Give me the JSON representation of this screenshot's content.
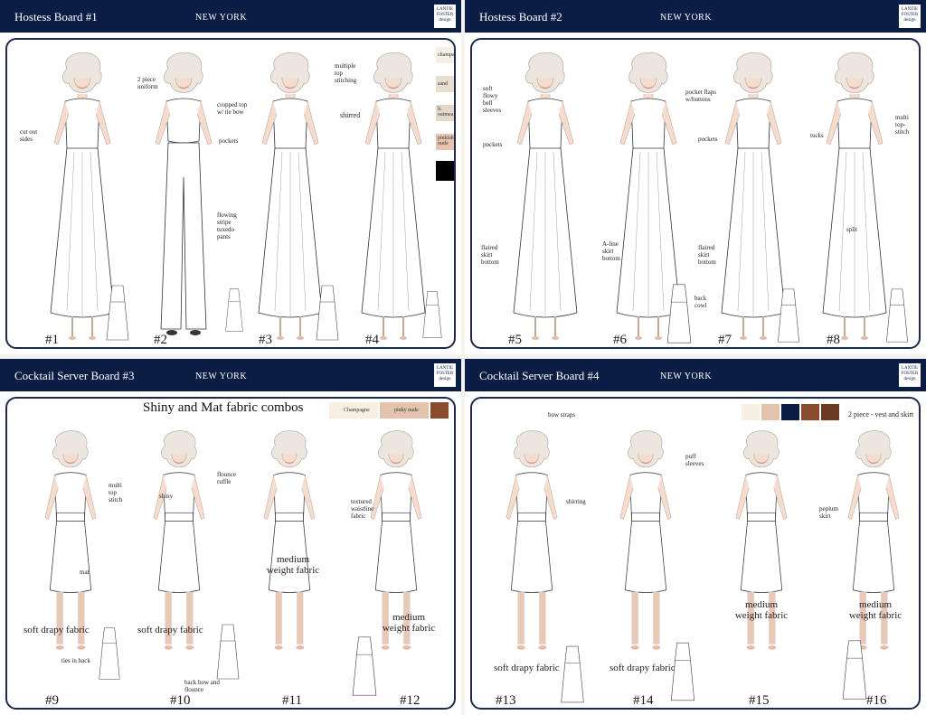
{
  "boards": [
    {
      "title": "Hostess Board #1",
      "city": "NEW YORK",
      "logo": "LANTIE FOSTER design",
      "numbers": [
        "#1",
        "#2",
        "#3",
        "#4"
      ],
      "notes": {
        "cutout": "cut out sides",
        "uniform": "2 piece uniform",
        "cropped": "cropped top w/ tie bow",
        "pockets": "pockets",
        "flowing": "flowing stripe tuxedo pants",
        "multiple": "multiple top stitching",
        "shirred": "shirred"
      },
      "swatches": [
        {
          "label": "champagne",
          "color": "#f6efe6"
        },
        {
          "label": "sand",
          "color": "#e9ddd0"
        },
        {
          "label": "lt. oatmeal",
          "color": "#e4d8cb"
        },
        {
          "label": "pinkish nude",
          "color": "#e6c4b0"
        },
        {
          "label": "black",
          "color": "#000000"
        }
      ]
    },
    {
      "title": "Hostess Board #2",
      "city": "NEW YORK",
      "logo": "LANTIE FOSTER design",
      "numbers": [
        "#5",
        "#6",
        "#7",
        "#8"
      ],
      "notes": {
        "bell": "soft flowy bell sleeves",
        "pockets5": "pockets",
        "flaired5": "flaired skirt bottom",
        "flaps": "pocket flaps w/buttons",
        "aline": "A-line skirt bottom",
        "cowl": "back cowl",
        "pockets7": "pockets",
        "flaired7": "flaired skirt bottom",
        "tucks": "tucks",
        "multi": "multi top-stitch",
        "split": "split"
      }
    },
    {
      "title": "Cocktail Server Board #3",
      "city": "NEW YORK",
      "logo": "LANTIE FOSTER design",
      "heading": "Shiny and Mat fabric combos",
      "numbers": [
        "#9",
        "#10",
        "#11",
        "#12"
      ],
      "swatches": [
        {
          "label": "Champagne",
          "color": "#f8efe3"
        },
        {
          "label": "pinky nude",
          "color": "#e3c3ae"
        },
        {
          "label": "",
          "color": "#8a4a2c"
        }
      ],
      "notes": {
        "multi": "multi top stitch",
        "flounce": "flounce ruffle",
        "texture": "textured waistline fabric",
        "ties": "ties in back",
        "bow": "back bow and flounce",
        "mat": "mat",
        "shiny": "shiny"
      },
      "big": {
        "f9": "soft drapy fabric",
        "f10": "soft drapy fabric",
        "f11": "medium weight fabric",
        "f12": "medium weight fabric"
      }
    },
    {
      "title": "Cocktail Server Board #4",
      "city": "NEW YORK",
      "logo": "LANTIE FOSTER design",
      "numbers": [
        "#13",
        "#14",
        "#15",
        "#16"
      ],
      "swatches": [
        {
          "color": "#f8efe3"
        },
        {
          "color": "#e3c3ae"
        },
        {
          "color": "#0b1d45"
        },
        {
          "color": "#8a4a2c"
        },
        {
          "color": "#6a3a22"
        }
      ],
      "notes": {
        "bow": "bow straps",
        "shirring": "shirring",
        "puff": "puff sleeves",
        "peplum": "peplum skirt",
        "vest": "2 piece - vest and skirt"
      },
      "big": {
        "f13": "soft drapy fabric",
        "f14": "soft drapy fabric",
        "f15": "medium weight fabric",
        "f16": "medium weight fabric"
      }
    }
  ]
}
